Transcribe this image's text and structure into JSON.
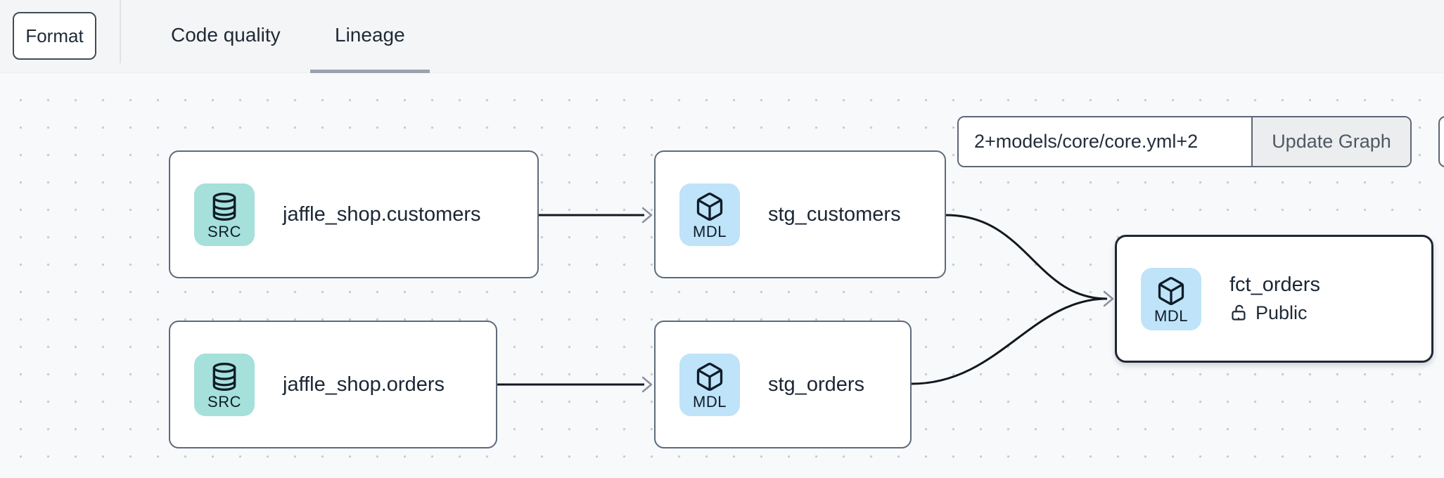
{
  "toolbar": {
    "format_button": "Format",
    "tabs": [
      {
        "label": "Code quality",
        "active": false
      },
      {
        "label": "Lineage",
        "active": true
      }
    ]
  },
  "graph_controls": {
    "selector_value": "2+models/core/core.yml+2",
    "update_button": "Update Graph"
  },
  "lineage": {
    "nodes": [
      {
        "label": "jaffle_shop.customers",
        "badge": "SRC",
        "kind": "source",
        "icon": "database-icon",
        "selected": false
      },
      {
        "label": "stg_customers",
        "badge": "MDL",
        "kind": "model",
        "icon": "cube-icon",
        "selected": false
      },
      {
        "label": "jaffle_shop.orders",
        "badge": "SRC",
        "kind": "source",
        "icon": "database-icon",
        "selected": false
      },
      {
        "label": "stg_orders",
        "badge": "MDL",
        "kind": "model",
        "icon": "cube-icon",
        "selected": false
      },
      {
        "label": "fct_orders",
        "badge": "MDL",
        "kind": "model",
        "icon": "cube-icon",
        "access": "Public",
        "selected": true
      }
    ],
    "edges": [
      {
        "from": "jaffle_shop.customers",
        "to": "stg_customers"
      },
      {
        "from": "jaffle_shop.orders",
        "to": "stg_orders"
      },
      {
        "from": "stg_customers",
        "to": "fct_orders"
      },
      {
        "from": "stg_orders",
        "to": "fct_orders"
      }
    ]
  },
  "colors": {
    "source_badge_bg": "#a6e0db",
    "model_badge_bg": "#bfe3f8",
    "node_border": "#5d6b7a",
    "selected_node_border": "#1d2735",
    "edge_stroke": "#11181f",
    "arrowhead": "#8a919e",
    "active_tab_underline": "#9aa2ae",
    "topbar_bg": "#f4f5f6",
    "canvas_bg": "#f8f9fb"
  }
}
